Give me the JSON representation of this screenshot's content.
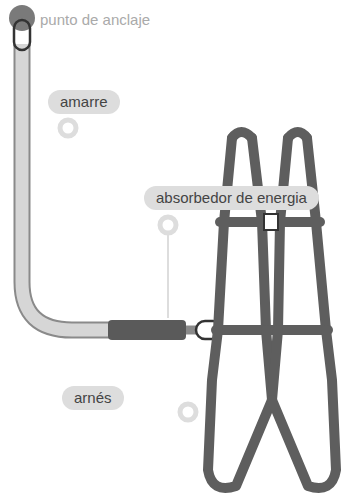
{
  "diagram": {
    "labels": [
      "punto de anclaje",
      "amarre",
      "absorbedor de energia",
      "arnés"
    ]
  }
}
